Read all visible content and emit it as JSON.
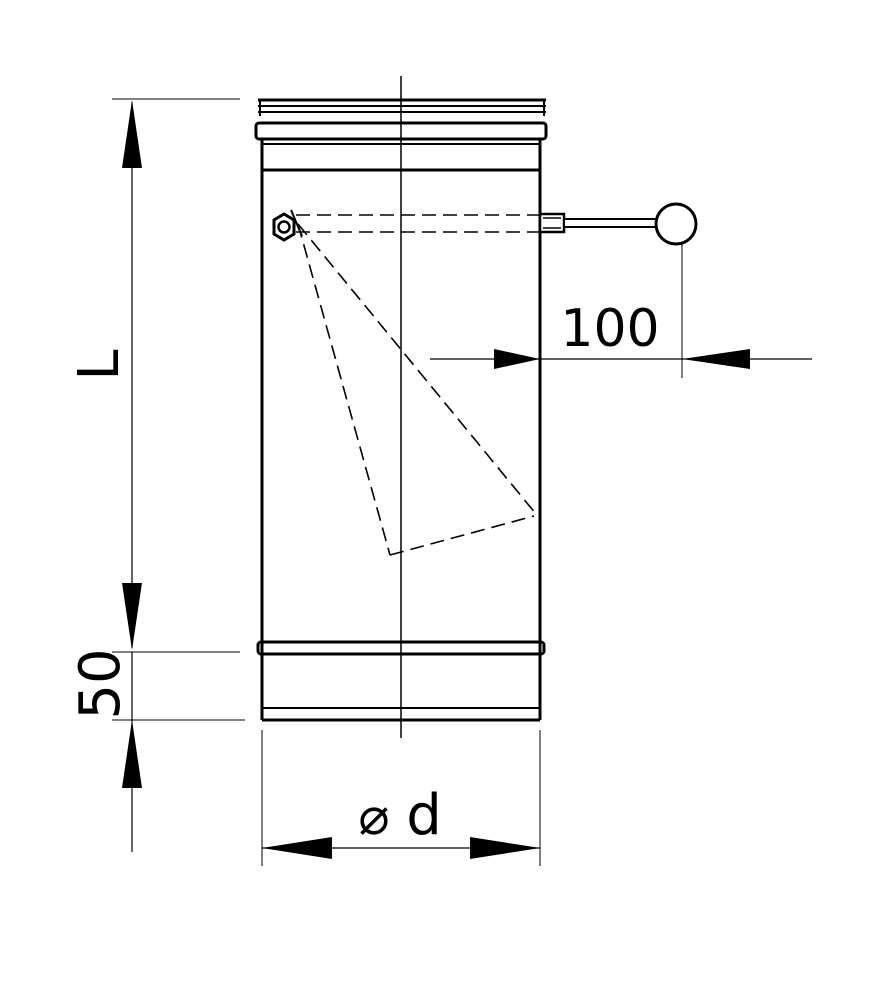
{
  "diagram": {
    "line_color": "#000000",
    "background": "#ffffff",
    "dimensions": {
      "length_label": "L",
      "socket_length_label": "50",
      "handle_offset_label": "100",
      "diameter_symbol": "⌀",
      "diameter_label": "d"
    },
    "parts": [
      "pipe-body",
      "upper-sleeve",
      "lower-sleeve",
      "damper-flap",
      "damper-handle",
      "center-axis"
    ]
  }
}
